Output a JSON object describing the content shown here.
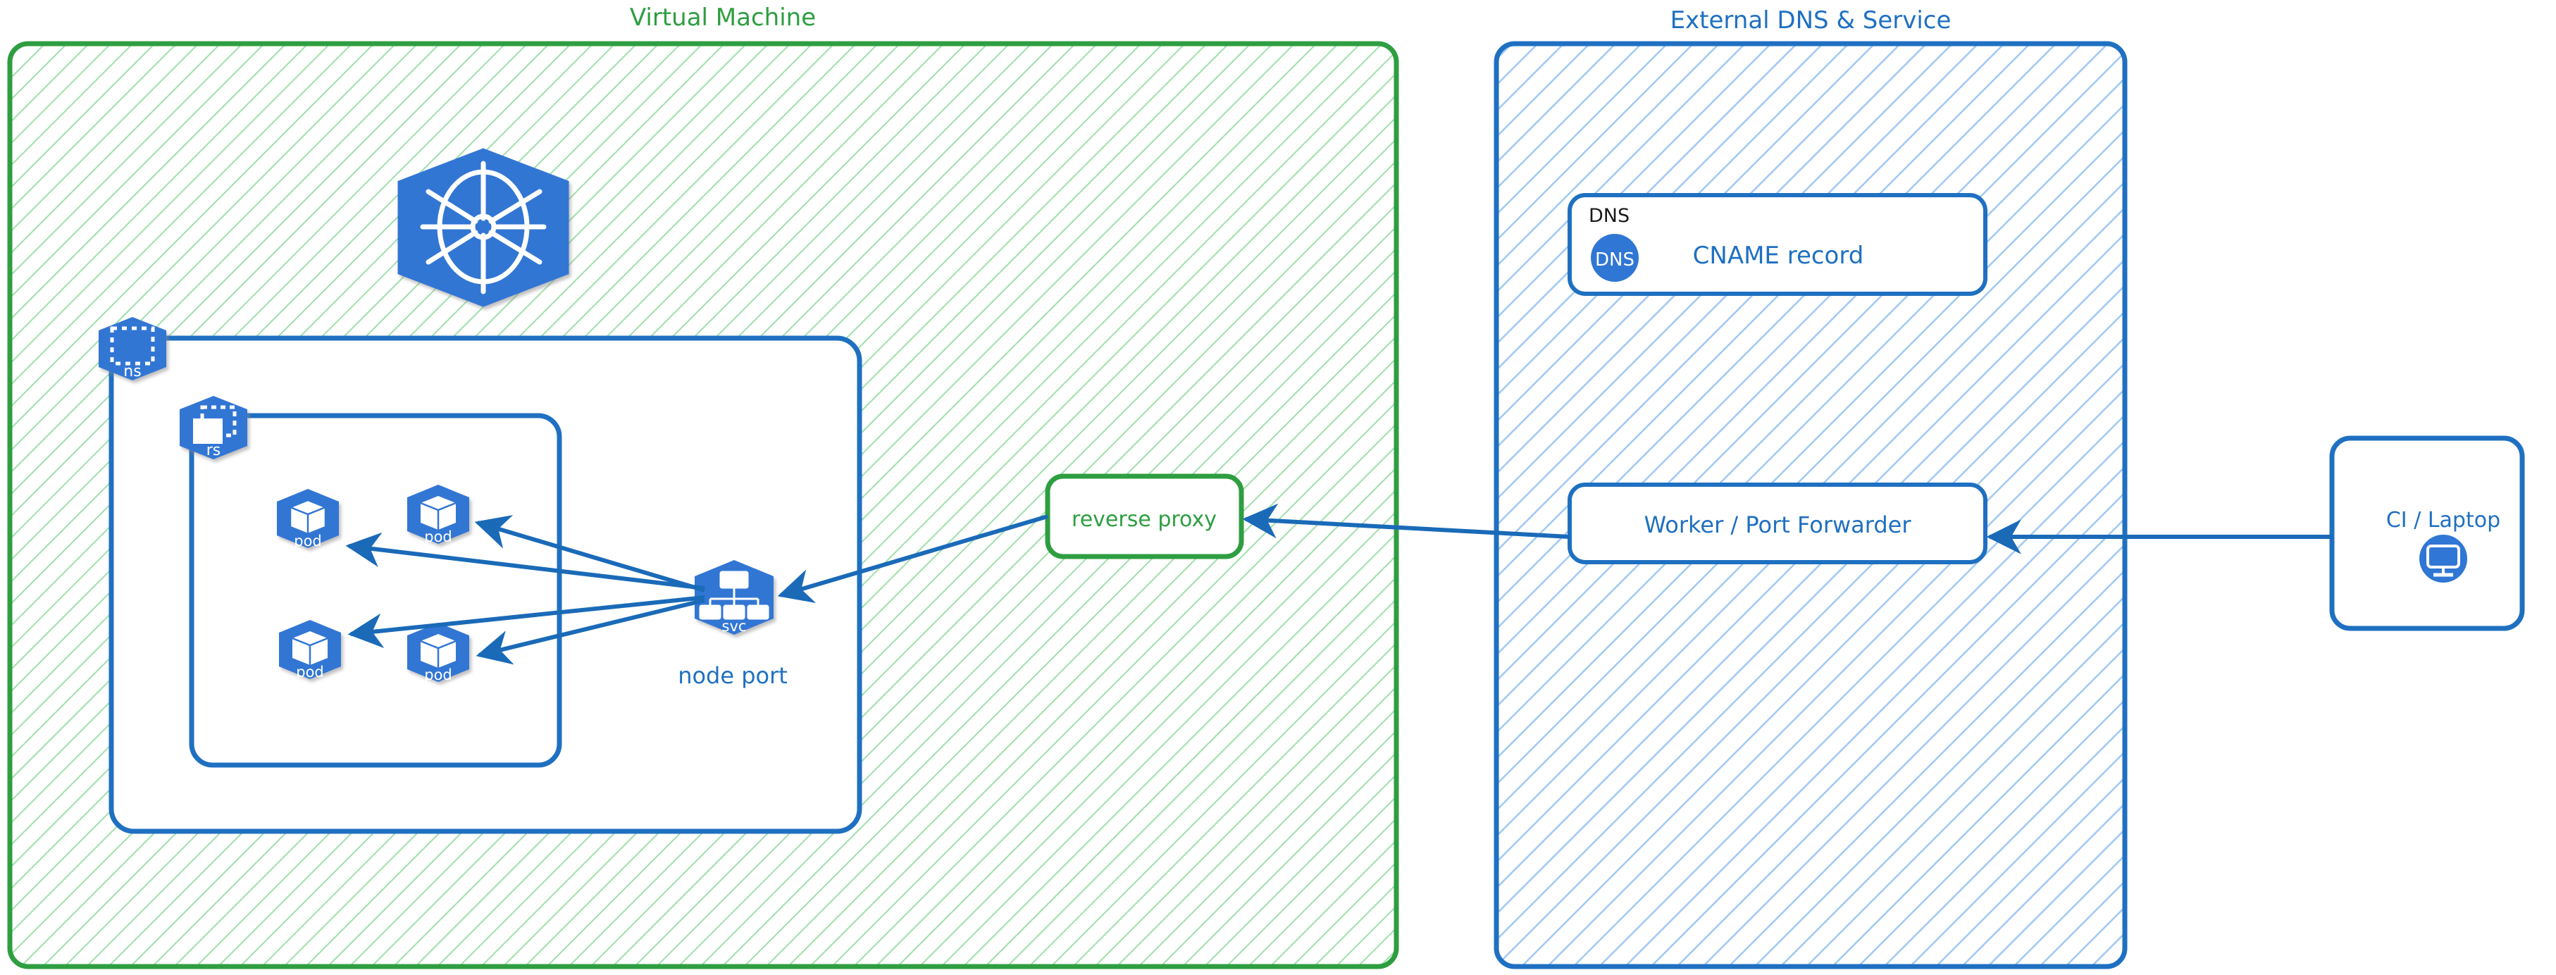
{
  "diagram": {
    "title_left": "Virtual Machine",
    "title_right": "External DNS & Service",
    "colors": {
      "green_stroke": "#2e9e41",
      "green_hatch": "#9fdfab",
      "blue_stroke": "#1f70c1",
      "blue_hatch": "#9fc9f2",
      "k8s_blue": "#3076d4",
      "arrow_blue": "#1a6ab8",
      "text_black": "#1a1a1a",
      "white": "#ffffff"
    }
  },
  "vm_zone": {
    "label": "Virtual Machine",
    "cluster_icon_name": "kubernetes-helm-wheel-icon",
    "namespace": {
      "label": "ns",
      "icon": "namespace-dashed-square-icon"
    },
    "replicaset": {
      "label": "rs",
      "icon": "replicaset-stacked-squares-icon"
    },
    "pods": [
      {
        "label": "pod",
        "icon": "pod-cube-icon"
      },
      {
        "label": "pod",
        "icon": "pod-cube-icon"
      },
      {
        "label": "pod",
        "icon": "pod-cube-icon"
      },
      {
        "label": "pod",
        "icon": "pod-cube-icon"
      }
    ],
    "service": {
      "label": "svc",
      "icon": "service-hierarchy-icon",
      "caption": "node port"
    },
    "reverse_proxy": {
      "label": "reverse proxy"
    }
  },
  "external_zone": {
    "label": "External DNS & Service",
    "dns_card": {
      "group_label": "DNS",
      "badge_label": "DNS",
      "badge_icon": "dns-circle-icon",
      "record_label": "CNAME record"
    },
    "worker_card": {
      "label": "Worker / Port Forwarder"
    }
  },
  "client": {
    "label": "CI / Laptop",
    "icon": "monitor-desktop-icon"
  },
  "edges": [
    {
      "from": "svc",
      "to": "pod-1",
      "name": "svc-to-pod-1"
    },
    {
      "from": "svc",
      "to": "pod-2",
      "name": "svc-to-pod-2"
    },
    {
      "from": "svc",
      "to": "pod-3",
      "name": "svc-to-pod-3"
    },
    {
      "from": "svc",
      "to": "pod-4",
      "name": "svc-to-pod-4"
    },
    {
      "from": "reverse-proxy",
      "to": "svc",
      "name": "reverse-proxy-to-svc"
    },
    {
      "from": "worker-port-forwarder",
      "to": "reverse-proxy",
      "name": "worker-to-reverse-proxy"
    },
    {
      "from": "ci-laptop",
      "to": "worker-port-forwarder",
      "name": "ci-laptop-to-worker"
    }
  ]
}
